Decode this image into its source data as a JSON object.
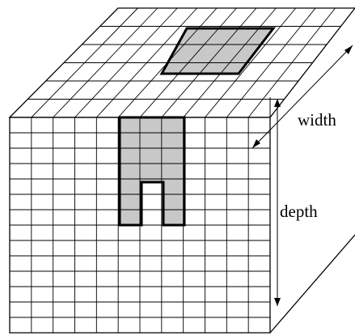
{
  "colors": {
    "background": "#ffffff",
    "line": "#000000",
    "highlight_fill": "#c8c8c8"
  },
  "labels": {
    "width": "width",
    "depth": "depth"
  },
  "grid": {
    "front_columns": 12,
    "front_rows": 14,
    "top_columns": 12,
    "top_rows": 6
  }
}
